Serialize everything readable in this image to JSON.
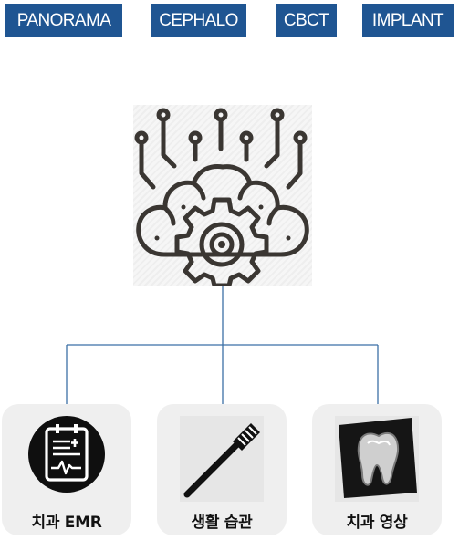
{
  "tags": [
    "PANORAMA",
    "CEPHALO",
    "CBCT",
    "IMPLANT"
  ],
  "hub": {
    "icon": "ai-brain-gear-icon"
  },
  "categories": [
    {
      "label": "치과 EMR",
      "icon": "medical-record-icon"
    },
    {
      "label": "생활 습관",
      "icon": "toothbrush-icon"
    },
    {
      "label": "치과 영상",
      "icon": "tooth-xray-icon"
    }
  ],
  "colors": {
    "tag_background": "#1f5592",
    "tag_text": "#ffffff",
    "connector": "#3b6fa6",
    "card_background": "#efefef"
  }
}
